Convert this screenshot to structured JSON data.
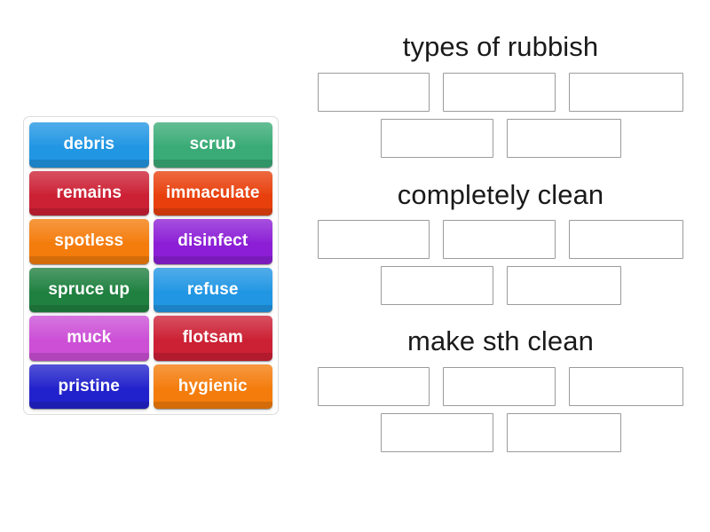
{
  "background_color": "#ffffff",
  "tile_panel": {
    "border_color": "#dcdcdc",
    "tiles": [
      {
        "label": "debris",
        "color": "#2196e3"
      },
      {
        "label": "scrub",
        "color": "#3aab77"
      },
      {
        "label": "remains",
        "color": "#cc2034"
      },
      {
        "label": "immaculate",
        "color": "#e8400c"
      },
      {
        "label": "spotless",
        "color": "#f47c0c"
      },
      {
        "label": "disinfect",
        "color": "#8c1fd6"
      },
      {
        "label": "spruce up",
        "color": "#1f8040"
      },
      {
        "label": "refuse",
        "color": "#2196e3"
      },
      {
        "label": "muck",
        "color": "#cc4fd6"
      },
      {
        "label": "flotsam",
        "color": "#cc2034"
      },
      {
        "label": "pristine",
        "color": "#2222cc"
      },
      {
        "label": "hygienic",
        "color": "#f47c0c"
      }
    ]
  },
  "categories": [
    {
      "title": "types of rubbish",
      "slot_rows": [
        [
          {
            "value": ""
          },
          {
            "value": ""
          },
          {
            "value": ""
          }
        ],
        [
          {
            "value": ""
          },
          {
            "value": ""
          }
        ]
      ]
    },
    {
      "title": "completely clean",
      "slot_rows": [
        [
          {
            "value": ""
          },
          {
            "value": ""
          },
          {
            "value": ""
          }
        ],
        [
          {
            "value": ""
          },
          {
            "value": ""
          }
        ]
      ]
    },
    {
      "title": "make sth clean",
      "slot_rows": [
        [
          {
            "value": ""
          },
          {
            "value": ""
          },
          {
            "value": ""
          }
        ],
        [
          {
            "value": ""
          },
          {
            "value": ""
          }
        ]
      ]
    }
  ]
}
